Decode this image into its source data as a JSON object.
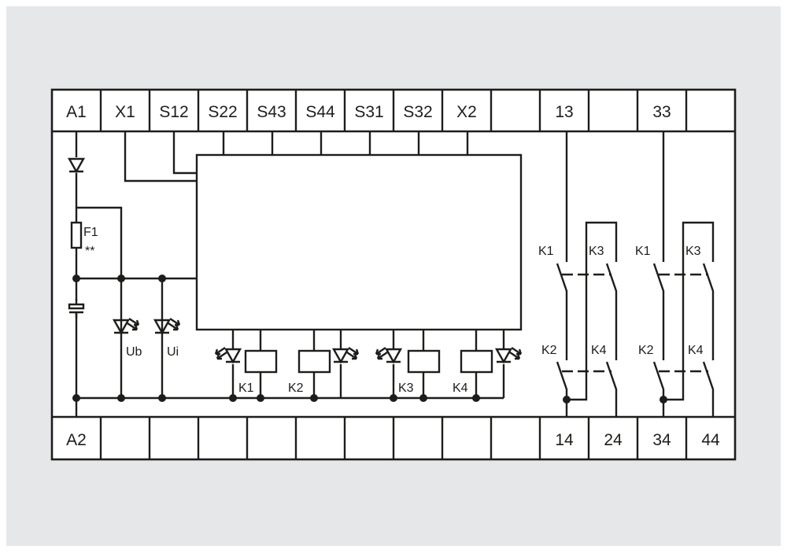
{
  "diagram": {
    "top_terminals": [
      "A1",
      "X1",
      "S12",
      "S22",
      "S43",
      "S44",
      "S31",
      "S32",
      "X2",
      "",
      "13",
      "",
      "33",
      ""
    ],
    "bottom_terminals": [
      "A2",
      "",
      "",
      "",
      "",
      "",
      "",
      "",
      "",
      "",
      "14",
      "24",
      "34",
      "44"
    ],
    "fuse_label": "F1",
    "fuse_note": "**",
    "led_labels": [
      "Ub",
      "Ui"
    ],
    "relay_labels": [
      "K1",
      "K2",
      "K3",
      "K4"
    ],
    "contact_labels": {
      "upper": [
        "K1",
        "K3",
        "K1",
        "K3"
      ],
      "lower": [
        "K2",
        "K4",
        "K2",
        "K4"
      ]
    },
    "colors": {
      "line": "#1d1d1b",
      "background": "#e6e7e9",
      "panel": "#ffffff"
    }
  }
}
